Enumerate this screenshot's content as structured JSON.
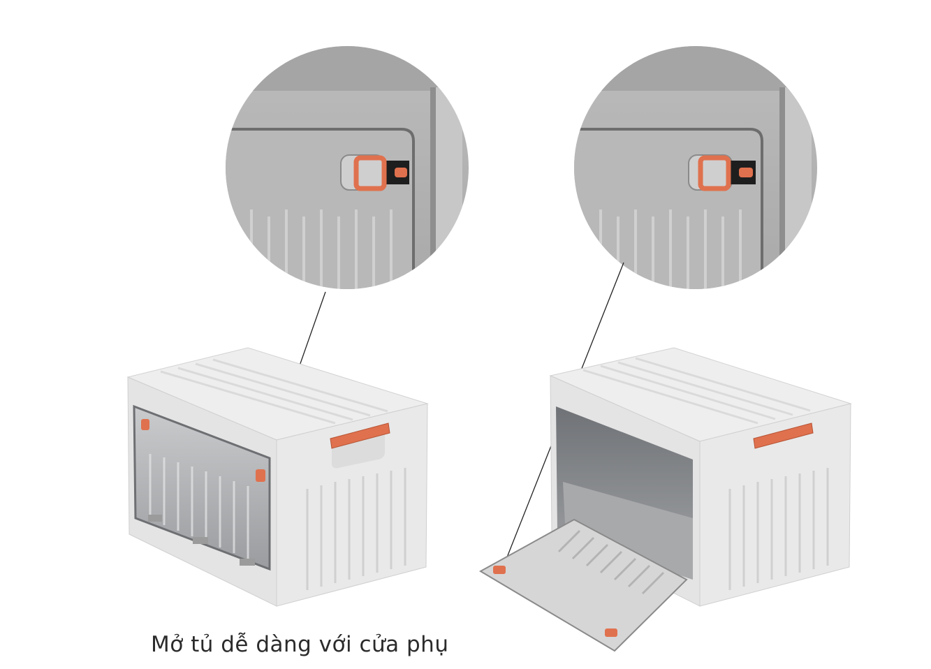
{
  "caption": "Mở tủ dễ dàng với cửa phụ",
  "colors": {
    "background": "#ffffff",
    "box_body": "#e6e6e6",
    "box_top": "#eeeeee",
    "box_shadow": "#cfcfcf",
    "latch_accent": "#e0714e",
    "zoom_gray": "#b4b4b4",
    "caption_text": "#2b2b2b"
  },
  "scene": {
    "left_box": {
      "door_state": "closed",
      "parts": [
        "storage-box",
        "clear-front-door",
        "orange-handle",
        "side-latch"
      ]
    },
    "right_box": {
      "door_state": "open",
      "parts": [
        "storage-box",
        "open-front-door",
        "orange-handle",
        "side-latch"
      ]
    },
    "zoom_callouts": [
      {
        "target": "left-door-latch",
        "latch_state": "locked"
      },
      {
        "target": "right-door-latch",
        "latch_state": "unlocked"
      }
    ]
  }
}
